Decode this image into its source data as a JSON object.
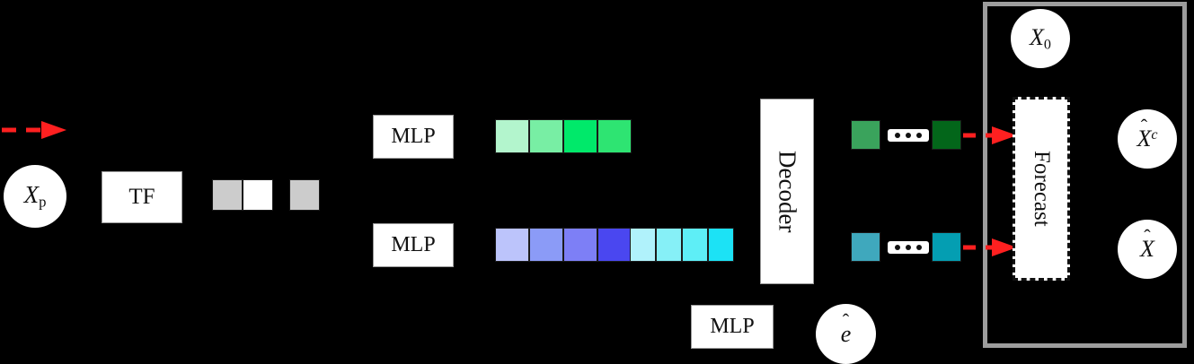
{
  "diagram": {
    "title": "Forecasting pipeline with transformer, MLPs, decoder and forecast module",
    "background_color": "#000000"
  },
  "nodes": {
    "input_circle": {
      "label": "Xp",
      "base": "X",
      "subscript": "p",
      "name": "input-series"
    },
    "tf_box": {
      "label": "TF"
    },
    "mlp_top": {
      "label": "MLP"
    },
    "mlp_bottom": {
      "label": "MLP"
    },
    "mlp_error": {
      "label": "MLP"
    },
    "decoder": {
      "label": "Decoder"
    },
    "forecast": {
      "label": "Forecast"
    },
    "e_hat_circle": {
      "label": "ê",
      "base": "e",
      "hat": "ˆ"
    },
    "x0_circle": {
      "label": "X0",
      "base": "X",
      "subscript": "0"
    },
    "xhat_c_circle": {
      "label": "X̂c",
      "base": "X",
      "hat": "ˆ",
      "superscript": "c"
    },
    "xhat_circle": {
      "label": "X̂",
      "base": "X",
      "hat": "ˆ"
    }
  },
  "token_rows": {
    "patch_tokens": {
      "name": "patch-token-row",
      "colors": [
        "#cccccc",
        "#ffffff",
        "#cccccc"
      ]
    },
    "green_tokens": {
      "name": "green-embedding-row",
      "colors": [
        "#b3f5cd",
        "#78eea4",
        "#00e96a",
        "#2ee472"
      ]
    },
    "blue_tokens": {
      "name": "blue-embedding-row",
      "colors": [
        "#bcc4fb",
        "#8b9bf7",
        "#7d7ff6",
        "#4a47f0"
      ]
    },
    "cyan_tokens": {
      "name": "cyan-embedding-row",
      "colors": [
        "#b0f2fb",
        "#86f0f7",
        "#5eeef6",
        "#1ce2f5"
      ]
    },
    "green_out_tokens": {
      "name": "green-output-row",
      "colors": [
        "#3aa35c",
        "#03661a"
      ]
    },
    "teal_out_tokens": {
      "name": "teal-output-row",
      "colors": [
        "#3fa8bd",
        "#049eb2"
      ]
    }
  },
  "connectors": {
    "dots_count": 3,
    "dot_color": "#111111",
    "connector_fill": "#ffffff"
  },
  "arrows": {
    "color": "#ff2020",
    "style": "dashed",
    "names": [
      "top-left-flow-arrow",
      "green-to-forecast-arrow",
      "teal-to-forecast-arrow"
    ]
  },
  "frame": {
    "name": "forecast-group-frame",
    "border_color": "#9d9d9d"
  }
}
